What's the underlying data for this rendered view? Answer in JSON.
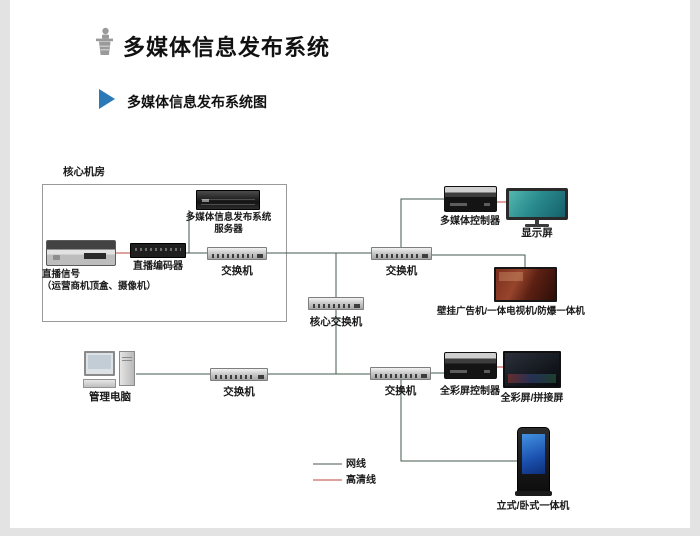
{
  "theme": {
    "accent_blue": "#2b7ab8"
  },
  "header": {
    "title": "多媒体信息发布系统",
    "subtitle": "多媒体信息发布系统图"
  },
  "diagram": {
    "room": {
      "label": "核心机房"
    },
    "nodes": {
      "server": {
        "label_line1": "多媒体信息发布系统",
        "label_line2": "服务器"
      },
      "live_source": {
        "label_line1": "直播信号",
        "label_line2": "（运营商机顶盒、摄像机）"
      },
      "encoder": {
        "label": "直播编码器"
      },
      "room_switch": {
        "label": "交换机"
      },
      "core_switch": {
        "label": "核心交换机"
      },
      "management_pc": {
        "label": "管理电脑"
      },
      "bottom_switch": {
        "label": "交换机"
      },
      "right_switch_top": {
        "label": "交换机"
      },
      "right_switch_bottom": {
        "label": "交换机"
      },
      "multimedia_controller": {
        "label": "多媒体控制器"
      },
      "display_screen": {
        "label": "显示屏"
      },
      "wall_ad_machine": {
        "label": "壁挂广告机/一体电视机/防爆一体机"
      },
      "fullcolor_controller": {
        "label": "全彩屏控制器"
      },
      "fullcolor_screen": {
        "label": "全彩屏/拼接屏"
      },
      "kiosk": {
        "label": "立式/卧式一体机"
      }
    },
    "legend": {
      "network": {
        "label": "网线",
        "color": "#46584c"
      },
      "hd": {
        "label": "高清线",
        "color": "#c0443a"
      }
    }
  }
}
